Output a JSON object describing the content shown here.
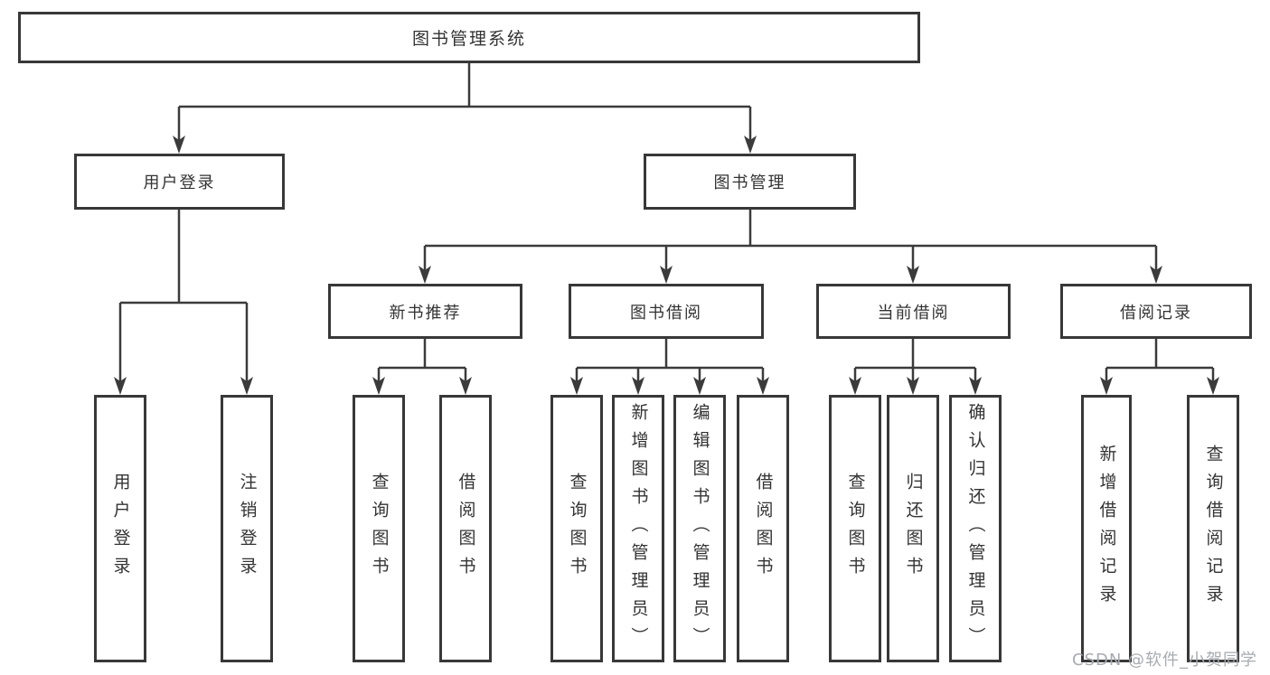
{
  "diagram_title": "图书管理系统",
  "tree": {
    "label": "图书管理系统",
    "children": [
      {
        "label": "用户登录",
        "children": [
          {
            "label": "用户登录"
          },
          {
            "label": "注销登录"
          }
        ]
      },
      {
        "label": "图书管理",
        "children": [
          {
            "label": "新书推荐",
            "children": [
              {
                "label": "查询图书"
              },
              {
                "label": "借阅图书"
              }
            ]
          },
          {
            "label": "图书借阅",
            "children": [
              {
                "label": "查询图书"
              },
              {
                "label": "新增图书（管理员）"
              },
              {
                "label": "编辑图书（管理员）"
              },
              {
                "label": "借阅图书"
              }
            ]
          },
          {
            "label": "当前借阅",
            "children": [
              {
                "label": "查询图书"
              },
              {
                "label": "归还图书"
              },
              {
                "label": "确认归还（管理员）"
              }
            ]
          },
          {
            "label": "借阅记录",
            "children": [
              {
                "label": "新增借阅记录"
              },
              {
                "label": "查询借阅记录"
              }
            ]
          }
        ]
      }
    ]
  },
  "watermark": {
    "text": "CSDN @软件_小贺同学"
  },
  "colors": {
    "line": "#3b3b3b",
    "box_border": "#383838",
    "text": "#333333",
    "watermark": "#a8abb0",
    "background": "#ffffff"
  }
}
